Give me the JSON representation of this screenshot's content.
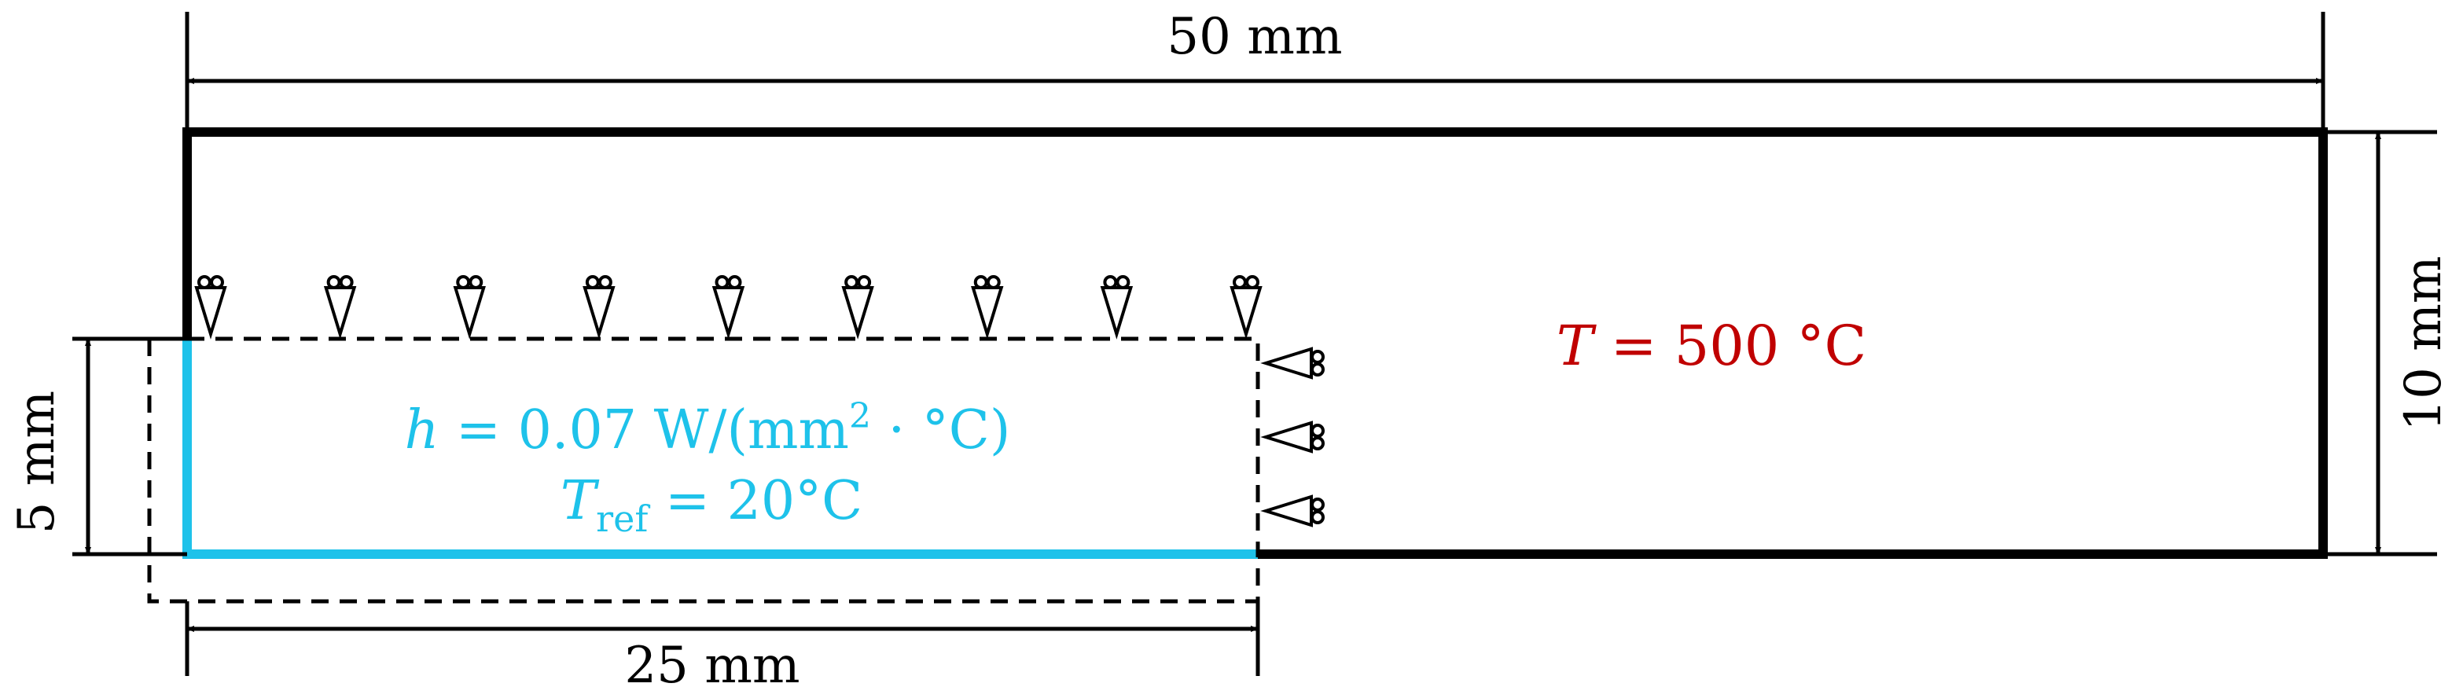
{
  "dimensions": {
    "total_length": "50 mm",
    "total_height": "10 mm",
    "notch_height": "5 mm",
    "notch_length": "25 mm"
  },
  "convection": {
    "h_symbol": "h",
    "h_value": " = 0.07 W/(mm",
    "h_exponent": "2",
    "h_unit_tail": " · °C)",
    "tref_symbol": "T",
    "tref_subscript": "ref",
    "tref_value": " = 20°C"
  },
  "temperature": {
    "symbol": "T",
    "value": " = 500 °C"
  },
  "colors": {
    "convection": "#1ec2ea",
    "temperature": "#c00000",
    "lines": "#000000"
  },
  "supports": {
    "top_roller_count": 9,
    "right_roller_count": 3
  }
}
